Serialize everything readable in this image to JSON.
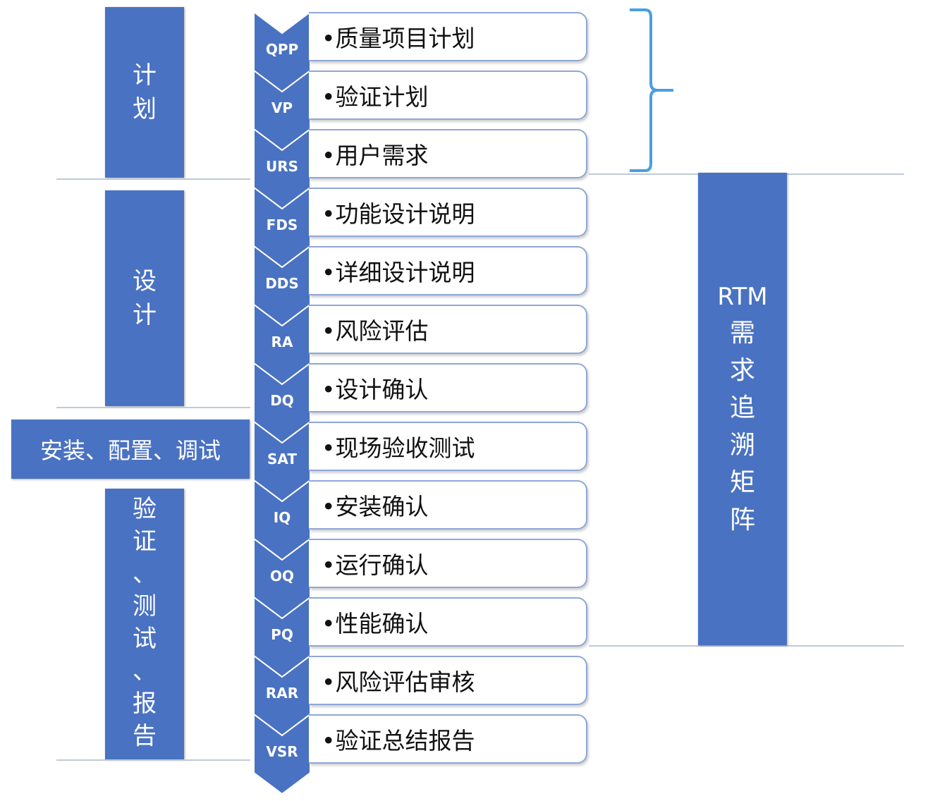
{
  "phases": {
    "plan": [
      "计",
      "划"
    ],
    "design": [
      "设",
      "计"
    ],
    "install": "安装、配置、调试",
    "verify": [
      "验",
      "证",
      "、",
      "测",
      "试",
      "、",
      "报",
      "告"
    ]
  },
  "steps": [
    {
      "code": "QPP",
      "label": "•质量项目计划"
    },
    {
      "code": "VP",
      "label": "•验证计划"
    },
    {
      "code": "URS",
      "label": "•用户需求"
    },
    {
      "code": "FDS",
      "label": "•功能设计说明"
    },
    {
      "code": "DDS",
      "label": "•详细设计说明"
    },
    {
      "code": "RA",
      "label": "•风险评估"
    },
    {
      "code": "DQ",
      "label": "•设计确认"
    },
    {
      "code": "SAT",
      "label": "•现场验收测试"
    },
    {
      "code": "IQ",
      "label": "•安装确认"
    },
    {
      "code": "OQ",
      "label": "•运行确认"
    },
    {
      "code": "PQ",
      "label": "•性能确认"
    },
    {
      "code": "RAR",
      "label": "•风险评估审核"
    },
    {
      "code": "VSR",
      "label": "•验证总结报告"
    }
  ],
  "rtm": {
    "title": "RTM",
    "chars": [
      "需",
      "求",
      "追",
      "溯",
      "矩",
      "阵"
    ]
  },
  "colors": {
    "bar": "#4a72c2",
    "chevron": "#4a72c2",
    "box_border": "#8fa7d8",
    "brace": "#4a9ee0",
    "divider": "#c0cad6"
  }
}
